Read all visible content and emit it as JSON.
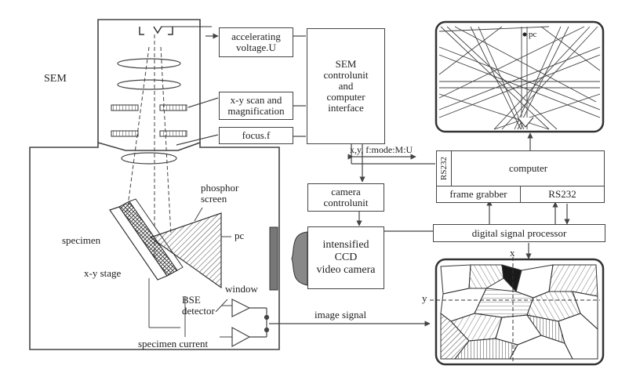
{
  "labels": {
    "sem": "SEM",
    "accelerating_voltage": "accelerating\nvoltage.U",
    "sem_control": "SEM\ncontrolunit\nand\ncomputer\ninterface",
    "xy_scan": "x-y scan and\nmagnification",
    "focus": "focus.f",
    "xyf_mode": "x,y, f:mode:M:U",
    "computer": "computer",
    "rs232_vertical": "RS232",
    "frame_grabber": "frame grabber",
    "rs232": "RS232",
    "camera_control": "camera\ncontrolunit",
    "digital_signal_processor": "digital signal processor",
    "ccd_camera": "intensified\nCCD\nvideo camera",
    "phosphor_screen": "phosphor\nscreen",
    "pc_screen": "pc",
    "pc_pattern": "pc",
    "specimen": "specimen",
    "xy_stage": "x-y stage",
    "window": "window",
    "bse_detector": "BSE\ndetector",
    "specimen_current": "specimen current",
    "image_signal": "image signal",
    "axis_x": "x",
    "axis_y": "y"
  },
  "colors": {
    "line": "#444444",
    "screen_fill": "#7d7d7d",
    "window_fill": "#777777",
    "grain_dark": "#1a1a1a"
  }
}
